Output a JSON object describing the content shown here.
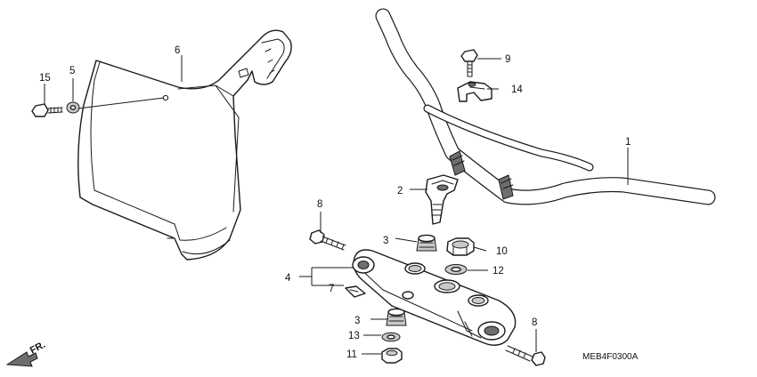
{
  "callouts": [
    "1",
    "2",
    "3",
    "3",
    "4",
    "5",
    "6",
    "7",
    "8",
    "8",
    "9",
    "10",
    "11",
    "12",
    "13",
    "14",
    "15"
  ],
  "drawing_code": "MEB4F0300A",
  "direction_marker": "FR."
}
